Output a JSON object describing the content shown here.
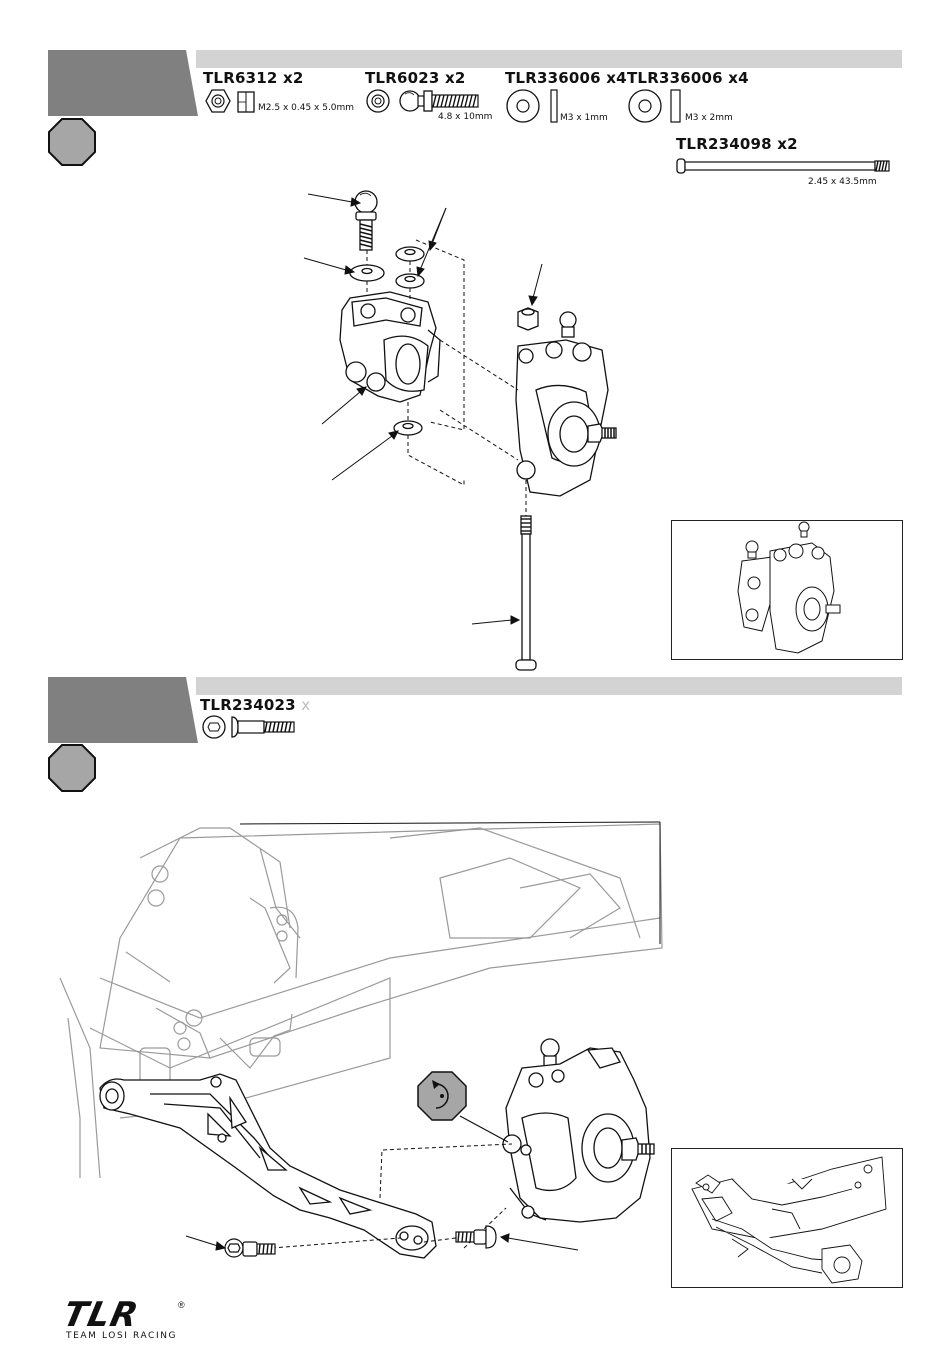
{
  "step1": {
    "parts": [
      {
        "code": "TLR6312",
        "qty": "x2",
        "spec": "M2.5 x 0.45 x 5.0mm"
      },
      {
        "code": "TLR6023",
        "qty": "x2",
        "spec": "4.8 x 10mm"
      },
      {
        "code": "TLR336006",
        "qty": "x4",
        "spec": "M3 x 1mm"
      },
      {
        "code": "TLR336006",
        "qty": "x4",
        "spec": "M3 x 2mm"
      },
      {
        "code": "TLR234098",
        "qty": "x2",
        "spec": "2.45 x 43.5mm"
      }
    ]
  },
  "step2": {
    "parts": [
      {
        "code": "TLR234023",
        "qty": "x"
      }
    ]
  },
  "footer": {
    "logo_text": "TLR",
    "logo_sub": "TEAM LOSI RACING",
    "registered": "®"
  },
  "colors": {
    "tab_gray": "#808080",
    "band_gray": "#d3d3d3",
    "octagon_fill": "#a6a6a6",
    "line": "#111111",
    "ghost_line": "#9a9a9a"
  },
  "icons": [
    "lock-nut-icon",
    "hex-nut-icon",
    "ball-stud-icon",
    "screw-icon",
    "washer-icon",
    "hinge-pin-icon",
    "shoulder-screw-icon",
    "thread-lock-icon",
    "step-octagon-icon"
  ]
}
